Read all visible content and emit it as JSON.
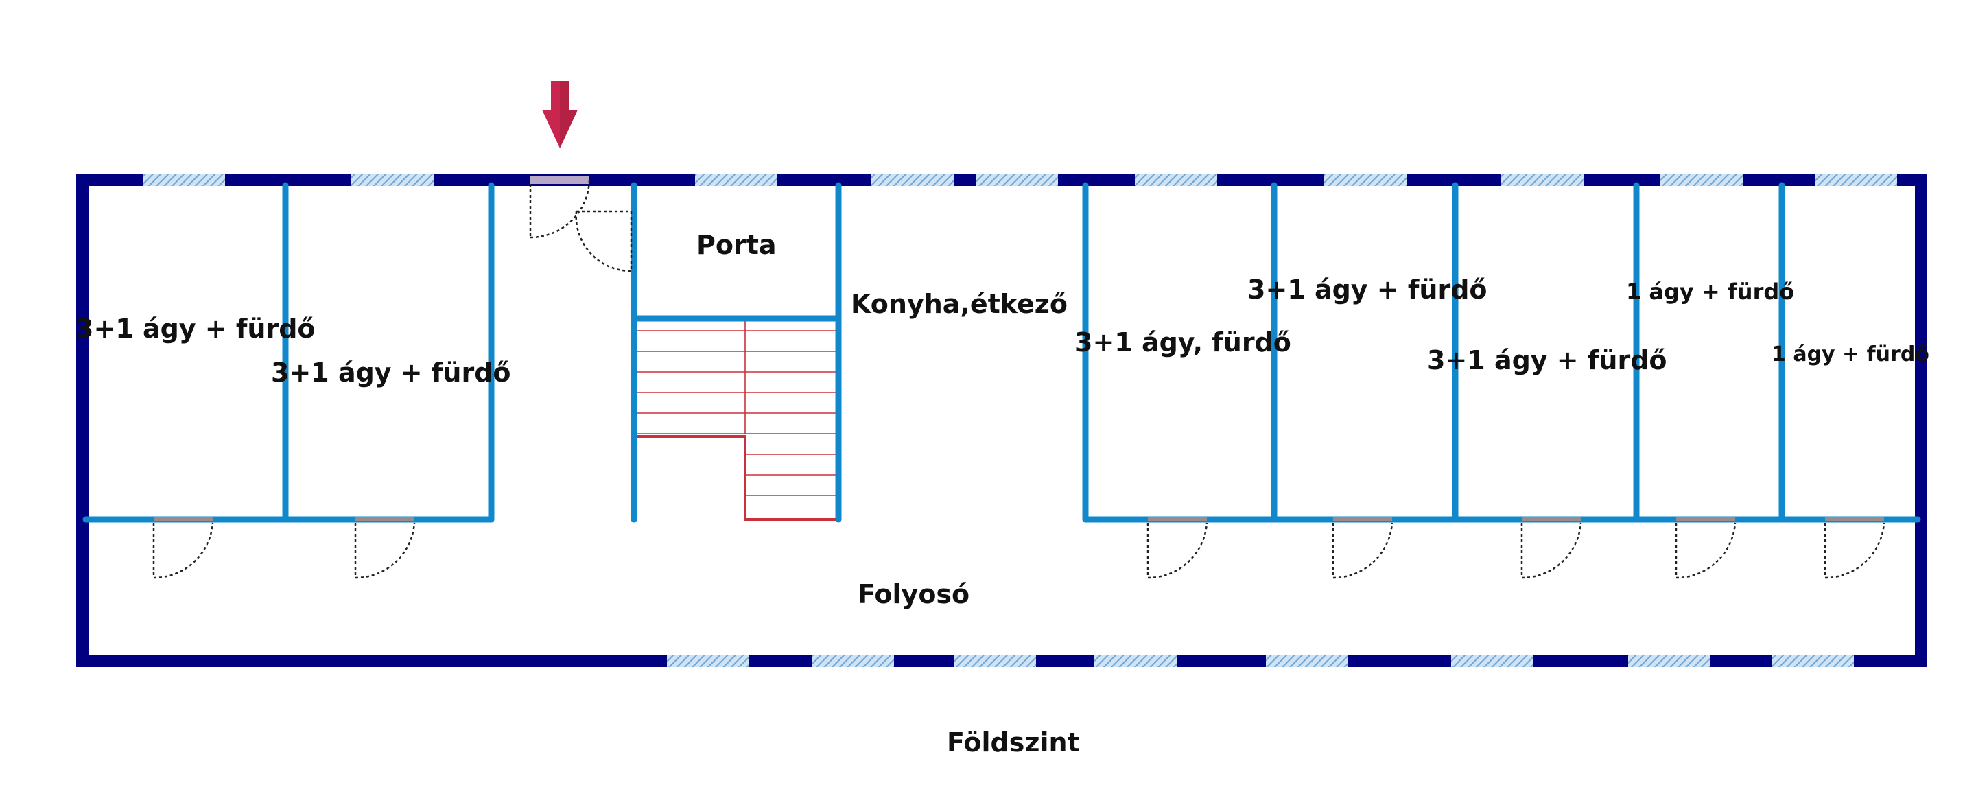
{
  "labels": {
    "porta": "Porta",
    "kitchen": "Konyha,étkező",
    "corridor": "Folyosó",
    "floor_title": "Földszint",
    "room_1": "3+1 ágy + fürdő",
    "room_2": "3+1 ágy + fürdő",
    "room_3": "3+1 ágy, fürdő",
    "room_4": "3+1 ágy + fürdő",
    "room_5": "3+1 ágy + fürdő",
    "room_6": "1 ágy + fürdő",
    "room_7": "1 ágy + fürdő"
  },
  "colors": {
    "outer_wall": "#000080",
    "inner_wall": "#1188cc",
    "window": "#7fb0d9",
    "stairs": "#c8323c",
    "door": "#222222",
    "entrance_arrow": "#c8264f"
  },
  "icons": {
    "entrance": "entrance-arrow-icon"
  }
}
